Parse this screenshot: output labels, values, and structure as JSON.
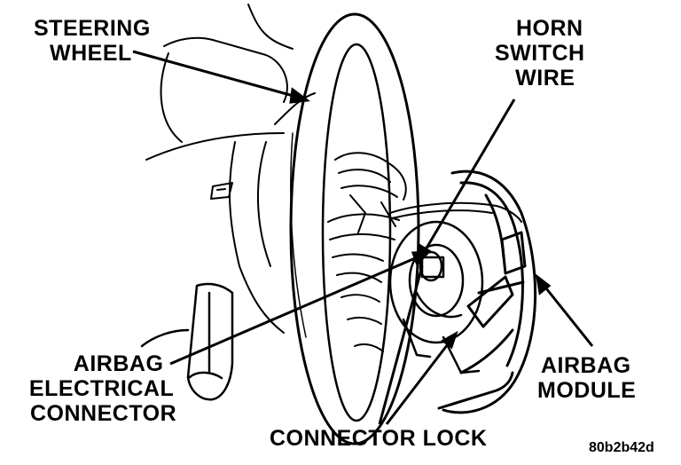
{
  "labels": {
    "steering_wheel": [
      "STEERING",
      "WHEEL"
    ],
    "horn_switch_wire": [
      "HORN",
      "SWITCH",
      "WIRE"
    ],
    "airbag_electrical_connector": [
      "AIRBAG",
      "ELECTRICAL",
      "CONNECTOR"
    ],
    "airbag_module": [
      "AIRBAG",
      "MODULE"
    ],
    "connector_lock": "CONNECTOR LOCK"
  },
  "figure_code": "80b2b42d",
  "colors": {
    "ink": "#000000",
    "background": "#ffffff"
  }
}
